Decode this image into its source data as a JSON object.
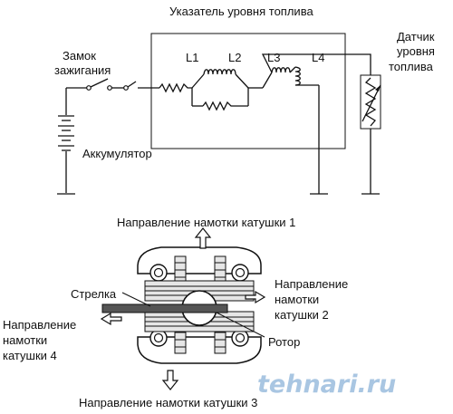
{
  "labels": {
    "fuel_gauge": "Указатель уровня топлива",
    "ignition_line1": "Замок",
    "ignition_line2": "зажигания",
    "sensor_line1": "Датчик",
    "sensor_line2": "уровня",
    "sensor_line3": "топлива",
    "battery": "Аккумулятор",
    "coil_l1": "L1",
    "coil_l2": "L2",
    "coil_l3": "L3",
    "coil_l4": "L4",
    "winding1": "Направление намотки катушки 1",
    "winding2_line1": "Направление",
    "winding2_line2": "намотки",
    "winding2_line3": "катушки 2",
    "pointer": "Стрелка",
    "winding4_line1": "Направление",
    "winding4_line2": "намотки",
    "winding4_line3": "катушки 4",
    "rotor": "Ротор",
    "winding3": "Направление намотки катушки 3",
    "watermark": "tehnari.ru"
  },
  "colors": {
    "line": "#111111",
    "background": "#ffffff",
    "watermark": "#a9c6e2",
    "winding_fill": "#e6e6e6",
    "pointer_fill": "#555555"
  }
}
